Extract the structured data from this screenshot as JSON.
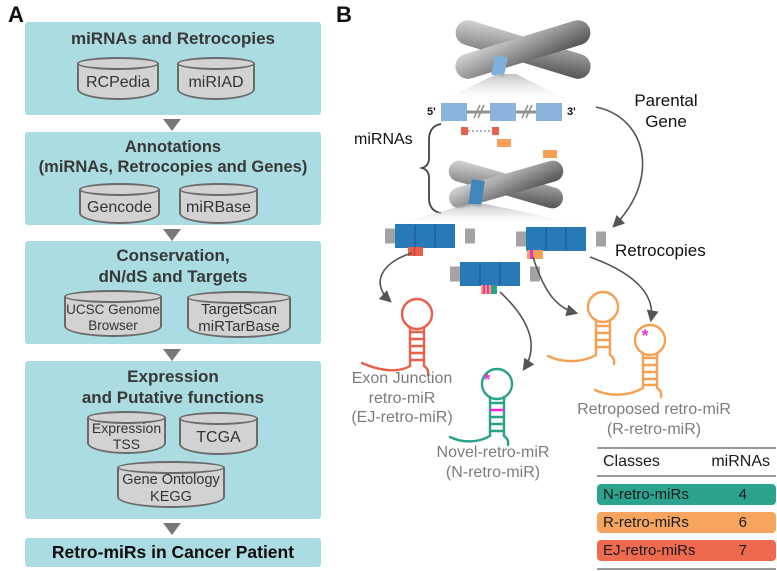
{
  "panel_a": {
    "label": "A",
    "boxes": [
      {
        "title": "miRNAs and Retrocopies",
        "cylinders": [
          "RCPedia",
          "miRIAD"
        ]
      },
      {
        "title": "Annotations\n(miRNAs, Retrocopies and Genes)",
        "cylinders": [
          "Gencode",
          "miRBase"
        ]
      },
      {
        "title": "Conservation,\ndN/dS and Targets",
        "cylinders": [
          "UCSC Genome\nBrowser",
          "TargetScan\nmiRTarBase"
        ]
      },
      {
        "title": "Expression\nand Putative functions",
        "cylinders": [
          "Expression\nTSS",
          "TCGA",
          "Gene Ontology\nKEGG"
        ]
      }
    ],
    "final_box": "Retro-miRs in Cancer Patient"
  },
  "panel_b": {
    "label": "B",
    "five_prime": "5'",
    "three_prime": "3'",
    "mirnas_label": "miRNAs",
    "parental_gene_label": "Parental\nGene",
    "retrocopies_label": "Retrocopies",
    "ej_label": "Exon Junction\nretro-miR\n(EJ-retro-miR)",
    "novel_label": "Novel-retro-miR\n(N-retro-miR)",
    "retroposed_label": "Retroposed retro-miR\n(R-retro-miR)",
    "asterisk": "*",
    "table": {
      "headers": [
        "Classes",
        "miRNAs"
      ],
      "rows": [
        {
          "label": "N-retro-miRs",
          "value": "4",
          "color": "#2CA48D"
        },
        {
          "label": "R-retro-miRs",
          "value": "6",
          "color": "#F7A55E"
        },
        {
          "label": "EJ-retro-miRs",
          "value": "7",
          "color": "#ED6A4F"
        }
      ]
    }
  }
}
